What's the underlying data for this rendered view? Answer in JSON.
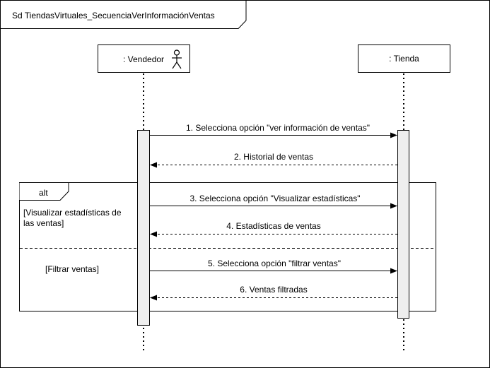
{
  "diagram": {
    "title": "Sd TiendasVirtuales_SecuenciaVerInformaciónVentas",
    "lifelines": [
      {
        "id": "vendedor",
        "label": ": Vendedor",
        "icon": "actor-icon"
      },
      {
        "id": "tienda",
        "label": ": Tienda"
      }
    ],
    "messages": [
      {
        "label": "1. Selecciona  opción \"ver información de ventas\"",
        "type": "sync"
      },
      {
        "label": "2. Historial de ventas",
        "type": "return"
      },
      {
        "label": "3. Selecciona  opción \"Visualizar estadísticas\"",
        "type": "sync"
      },
      {
        "label": "4. Estadísticas de ventas",
        "type": "return"
      },
      {
        "label": "5. Selecciona  opción \"filtrar ventas\"",
        "type": "sync"
      },
      {
        "label": "6. Ventas filtradas",
        "type": "return"
      }
    ],
    "fragment": {
      "operator": "alt",
      "guards": [
        "[Visualizar estadísticas de las ventas]",
        "[Filtrar ventas]"
      ]
    },
    "colors": {
      "line": "#000000",
      "activation": "#eeeeee",
      "background": "#ffffff"
    }
  }
}
